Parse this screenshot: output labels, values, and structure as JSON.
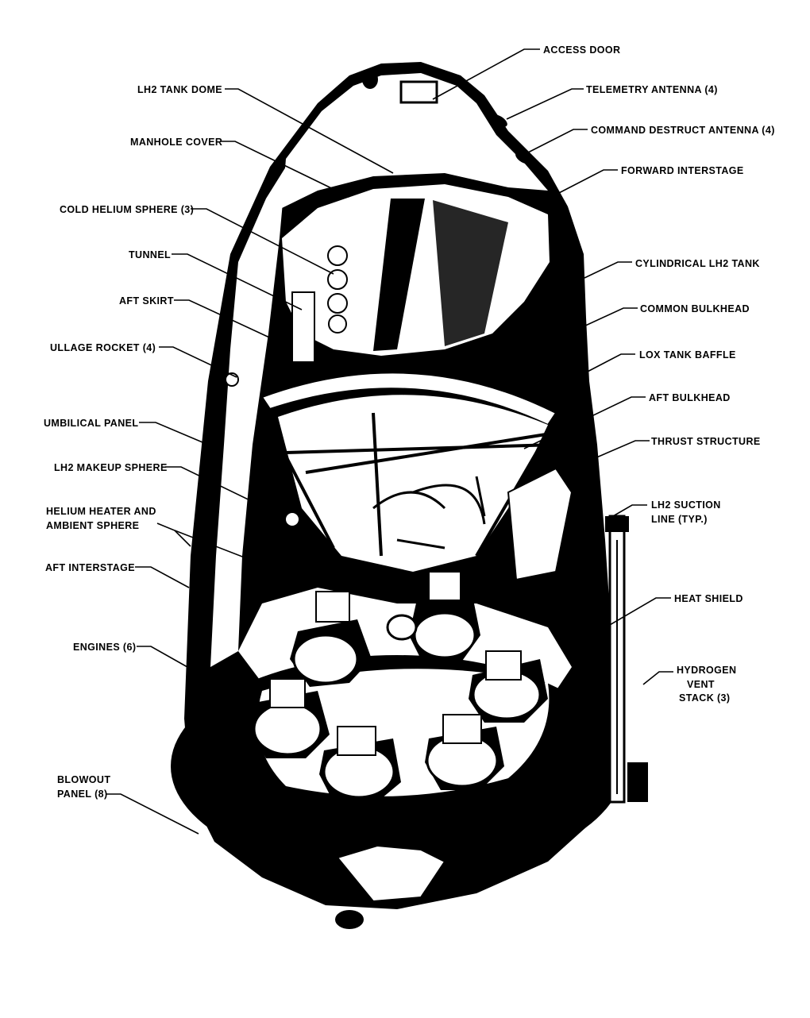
{
  "labels": {
    "access_door": "ACCESS DOOR",
    "lh2_tank_dome": "LH2 TANK DOME",
    "telemetry_antenna": "TELEMETRY ANTENNA (4)",
    "command_destruct_antenna": "COMMAND DESTRUCT ANTENNA (4)",
    "manhole_cover": "MANHOLE COVER",
    "forward_interstage": "FORWARD INTERSTAGE",
    "cold_helium_sphere": "COLD HELIUM SPHERE (3)",
    "tunnel": "TUNNEL",
    "cylindrical_lh2_tank": "CYLINDRICAL LH2 TANK",
    "aft_skirt": "AFT SKIRT",
    "common_bulkhead": "COMMON BULKHEAD",
    "ullage_rocket": "ULLAGE ROCKET (4)",
    "lox_tank_baffle": "LOX TANK BAFFLE",
    "aft_bulkhead": "AFT BULKHEAD",
    "umbilical_panel": "UMBILICAL PANEL",
    "thrust_structure": "THRUST STRUCTURE",
    "lh2_makeup_sphere": "LH2 MAKEUP SPHERE",
    "lh2_suction_line_1": "LH2 SUCTION",
    "lh2_suction_line_2": "LINE (TYP.)",
    "helium_heater_1": "HELIUM HEATER AND",
    "helium_heater_2": "AMBIENT SPHERE",
    "aft_interstage": "AFT INTERSTAGE",
    "heat_shield": "HEAT SHIELD",
    "engines": "ENGINES (6)",
    "hydrogen_vent_1": "HYDROGEN",
    "hydrogen_vent_2": "VENT",
    "hydrogen_vent_3": "STACK (3)",
    "blowout_panel_1": "BLOWOUT",
    "blowout_panel_2": "PANEL (8)"
  }
}
